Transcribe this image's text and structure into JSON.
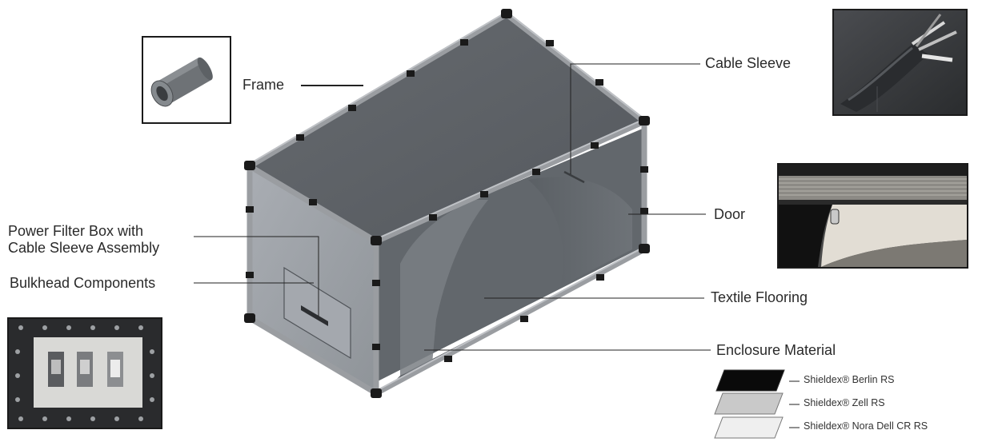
{
  "labels": {
    "frame": "Frame",
    "cable_sleeve": "Cable Sleeve",
    "door": "Door",
    "power_filter_box": "Power Filter Box with\nCable Sleeve Assembly",
    "bulkhead_components": "Bulkhead Components",
    "textile_flooring": "Textile Flooring",
    "enclosure_material": "Enclosure Material"
  },
  "materials": [
    {
      "name": "Shieldex® Berlin RS",
      "color": "#0a0a0a"
    },
    {
      "name": "Shieldex® Zell RS",
      "color": "#c9c9c9"
    },
    {
      "name": "Shieldex® Nora Dell CR RS",
      "color": "#efefef"
    }
  ],
  "colors": {
    "frame_tube": "#9a9da1",
    "frame_joint": "#1a1a1a",
    "top_panel": "#5c6065",
    "side_panel": "#9da2a8",
    "interior": "#5e6368",
    "photo_dark": "#3a3c3f"
  }
}
